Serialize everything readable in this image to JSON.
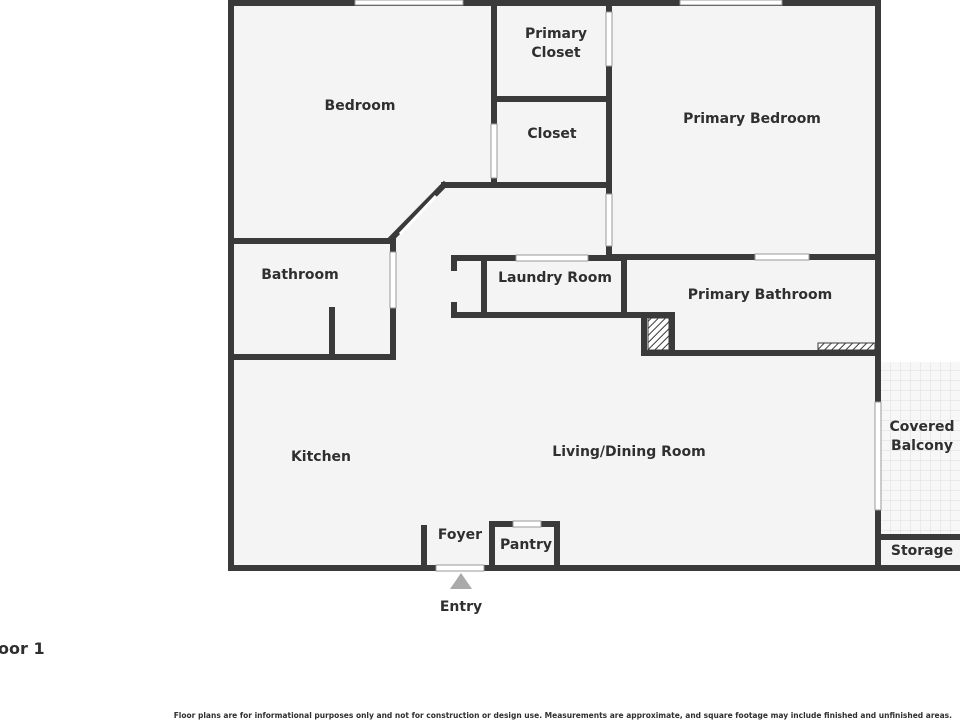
{
  "rooms": {
    "bedroom": "Bedroom",
    "primary_closet_line1": "Primary",
    "primary_closet_line2": "Closet",
    "closet": "Closet",
    "primary_bedroom": "Primary Bedroom",
    "bathroom": "Bathroom",
    "laundry_room": "Laundry Room",
    "primary_bathroom": "Primary Bathroom",
    "kitchen": "Kitchen",
    "living_dining_room": "Living/Dining Room",
    "covered_balcony_line1": "Covered",
    "covered_balcony_line2": "Balcony",
    "foyer": "Foyer",
    "pantry": "Pantry",
    "storage": "Storage"
  },
  "entry_label": "Entry",
  "floor_label": "oor 1",
  "disclaimer": "Floor plans are for informational purposes only and not for construction or design use. Measurements are approximate, and square footage may include finished and unfinished areas.",
  "colors": {
    "wall": "#3a3a3a",
    "floor": "#f4f4f4",
    "window": "#ffffff",
    "entry_arrow": "#aaaaaa"
  }
}
